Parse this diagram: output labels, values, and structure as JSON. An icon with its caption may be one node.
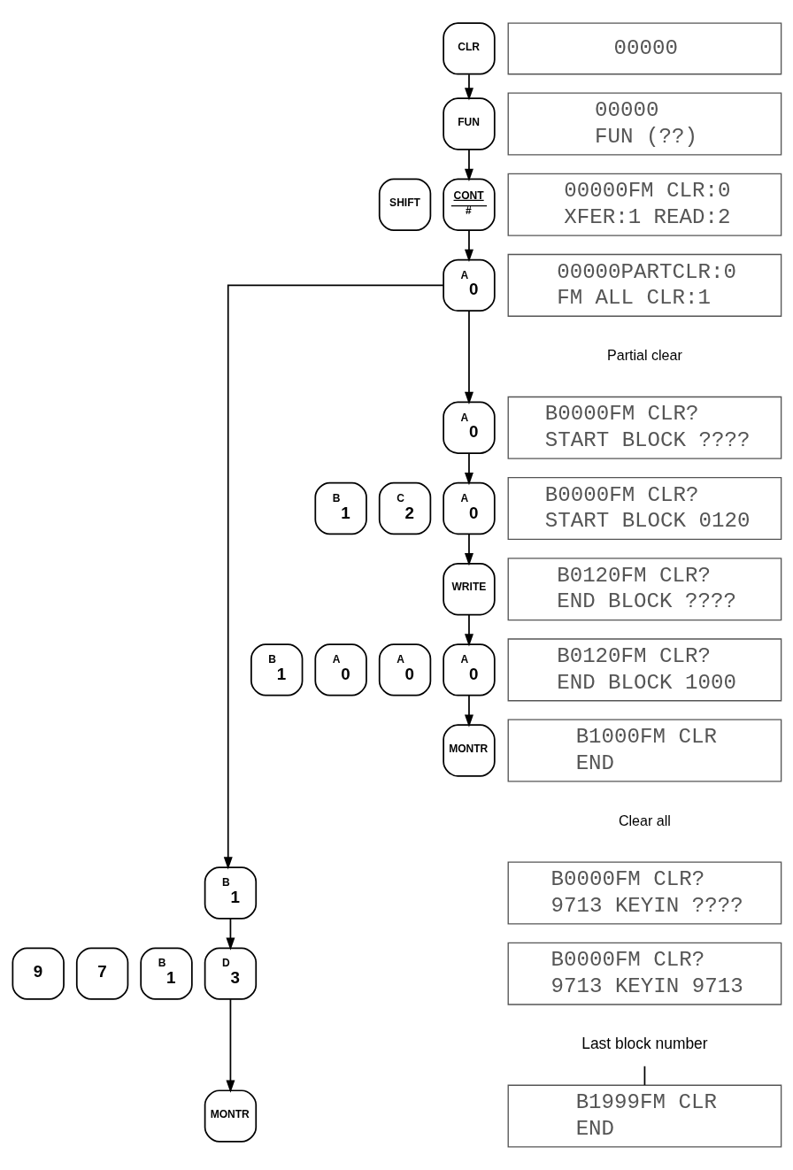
{
  "diagram": {
    "nodes": [
      {
        "text": [
          "CLR"
        ]
      },
      {
        "text": [
          "00000"
        ]
      },
      {
        "text": [
          "FUN"
        ]
      },
      {
        "text": [
          "00000",
          "FUN (??)"
        ]
      },
      {
        "text": [
          "SHIFT"
        ]
      },
      {
        "text": [
          "CONT",
          "#"
        ]
      },
      {
        "text": [
          "00000FM CLR:0",
          "XFER:1 READ:2"
        ]
      },
      {
        "text": [
          "A",
          "0"
        ]
      },
      {
        "text": [
          "00000PARTCLR:0",
          "FM ALL CLR:1"
        ]
      },
      {
        "text": [
          "A",
          "0"
        ]
      },
      {
        "text": [
          "B0000FM CLR?",
          "START BLOCK ????"
        ]
      },
      {
        "text": [
          "B",
          "1"
        ]
      },
      {
        "text": [
          "C",
          "2"
        ]
      },
      {
        "text": [
          "A",
          "0"
        ]
      },
      {
        "text": [
          "B0000FM CLR?",
          "START BLOCK 0120"
        ]
      },
      {
        "text": [
          "WRITE"
        ]
      },
      {
        "text": [
          "B0120FM CLR?",
          "END BLOCK ????"
        ]
      },
      {
        "text": [
          "B",
          "1"
        ]
      },
      {
        "text": [
          "A",
          "0"
        ]
      },
      {
        "text": [
          "A",
          "0"
        ]
      },
      {
        "text": [
          "A",
          "0"
        ]
      },
      {
        "text": [
          "B0120FM CLR?",
          "END BLOCK 1000"
        ]
      },
      {
        "text": [
          "MONTR"
        ]
      },
      {
        "text": [
          "B1000FM CLR",
          "END"
        ]
      },
      {
        "text": [
          "B",
          "1"
        ]
      },
      {
        "text": [
          "B0000FM CLR?",
          "9713 KEYIN ????"
        ]
      },
      {
        "text": [
          "9"
        ]
      },
      {
        "text": [
          "7"
        ]
      },
      {
        "text": [
          "B",
          "1"
        ]
      },
      {
        "text": [
          "D",
          "3"
        ]
      },
      {
        "text": [
          "B0000FM CLR?",
          "9713 KEYIN 9713"
        ]
      },
      {
        "text": [
          "MONTR"
        ]
      },
      {
        "text": [
          "Last block number"
        ]
      },
      {
        "text": [
          "B1999FM CLR",
          "END"
        ]
      }
    ],
    "edges": [
      {
        "from": 0,
        "to": 2,
        "arrow": "to"
      },
      {
        "from": 2,
        "to": 5,
        "arrow": "to"
      },
      {
        "from": 5,
        "to": 7,
        "arrow": "to"
      },
      {
        "from": 7,
        "to": 9,
        "arrow": "to"
      },
      {
        "from": 9,
        "to": 13,
        "arrow": "to"
      },
      {
        "from": 13,
        "to": 15,
        "arrow": "to"
      },
      {
        "from": 15,
        "to": 20,
        "arrow": "to"
      },
      {
        "from": 20,
        "to": 22,
        "arrow": "to"
      },
      {
        "from": 7,
        "to": 24,
        "arrow": "to"
      },
      {
        "from": 24,
        "to": 29,
        "arrow": "to"
      },
      {
        "from": 29,
        "to": 31,
        "arrow": "to"
      },
      {
        "from": 32,
        "to": 33,
        "arrow": "none"
      }
    ],
    "labels": [
      "Partial clear",
      "Clear all"
    ]
  }
}
